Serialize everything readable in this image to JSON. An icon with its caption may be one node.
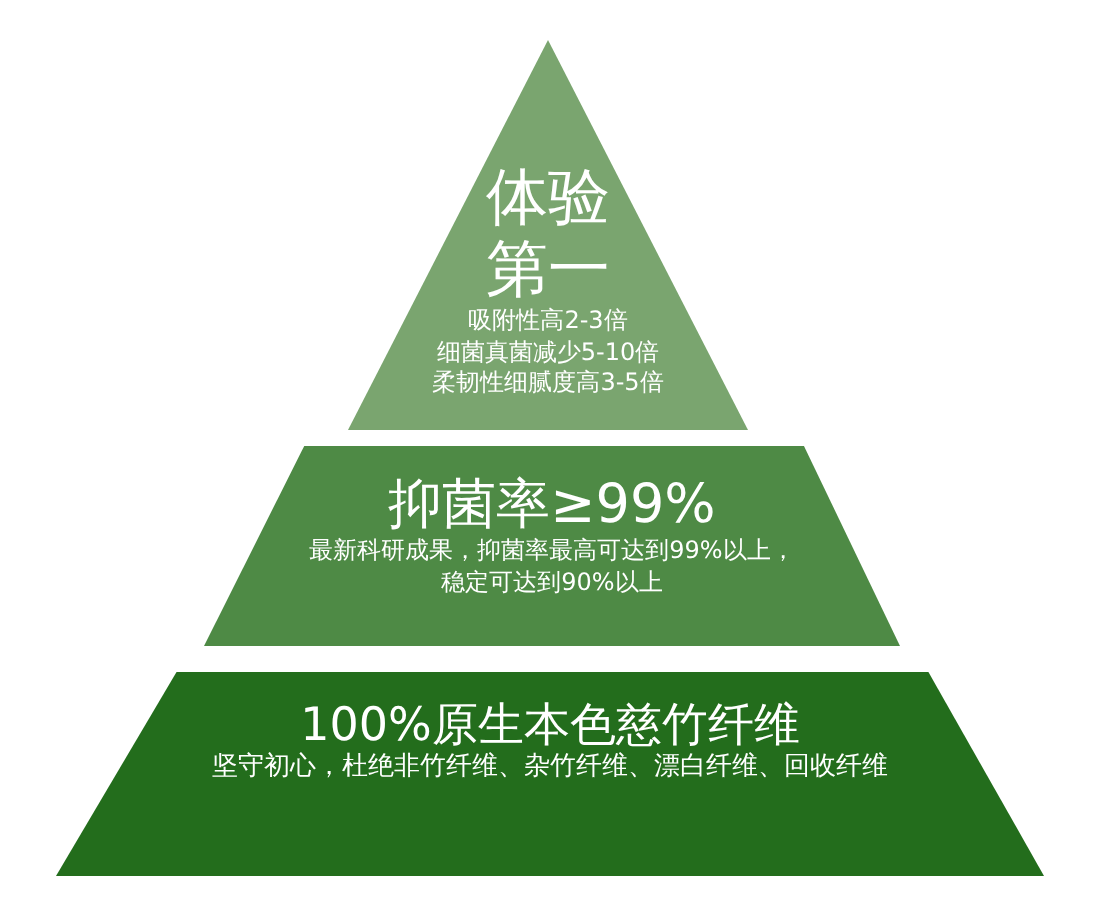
{
  "diagram": {
    "nodes": [
      {
        "text": [
          "体验第一",
          "吸附性高2-3倍",
          "细菌真菌减少5-10倍",
          "柔韧性细腻度高3-5倍"
        ]
      },
      {
        "text": [
          "抑菌率≥99%",
          "最新科研成果，抑菌率最高可达到99%以上，稳定可达到90%以上"
        ]
      },
      {
        "text": [
          "100%原生本色慈竹纤维",
          "坚守初心，杜绝非竹纤维、杂竹纤维、漂白纤维、回收纤维"
        ]
      }
    ]
  }
}
